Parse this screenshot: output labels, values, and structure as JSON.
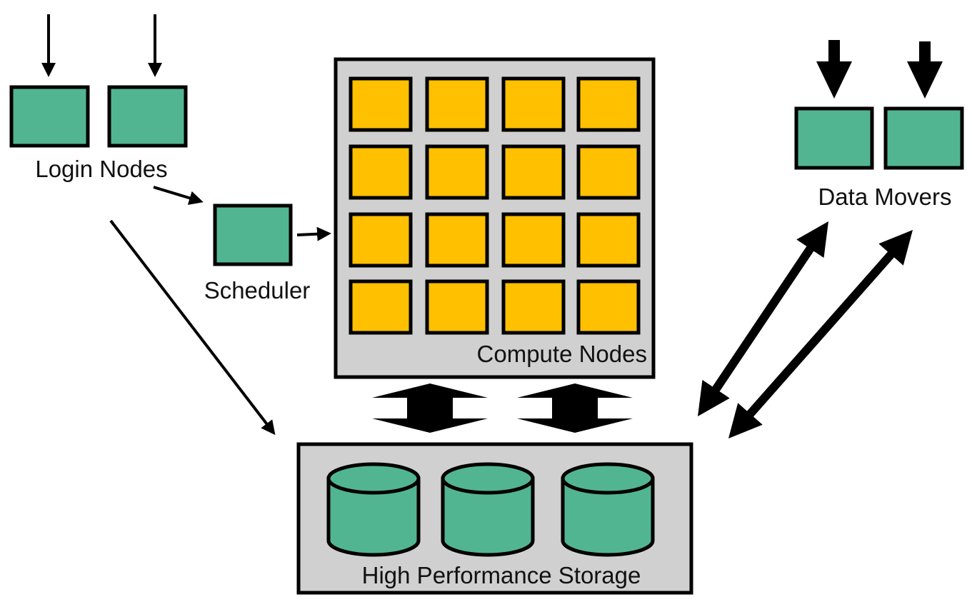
{
  "colors": {
    "node_green": "#52B591",
    "compute_yellow": "#FFC000",
    "panel_gray": "#D0D0D0",
    "stroke": "#000000"
  },
  "labels": {
    "login_nodes": "Login Nodes",
    "scheduler": "Scheduler",
    "compute_nodes": "Compute Nodes",
    "data_movers": "Data Movers",
    "storage": "High Performance Storage"
  }
}
